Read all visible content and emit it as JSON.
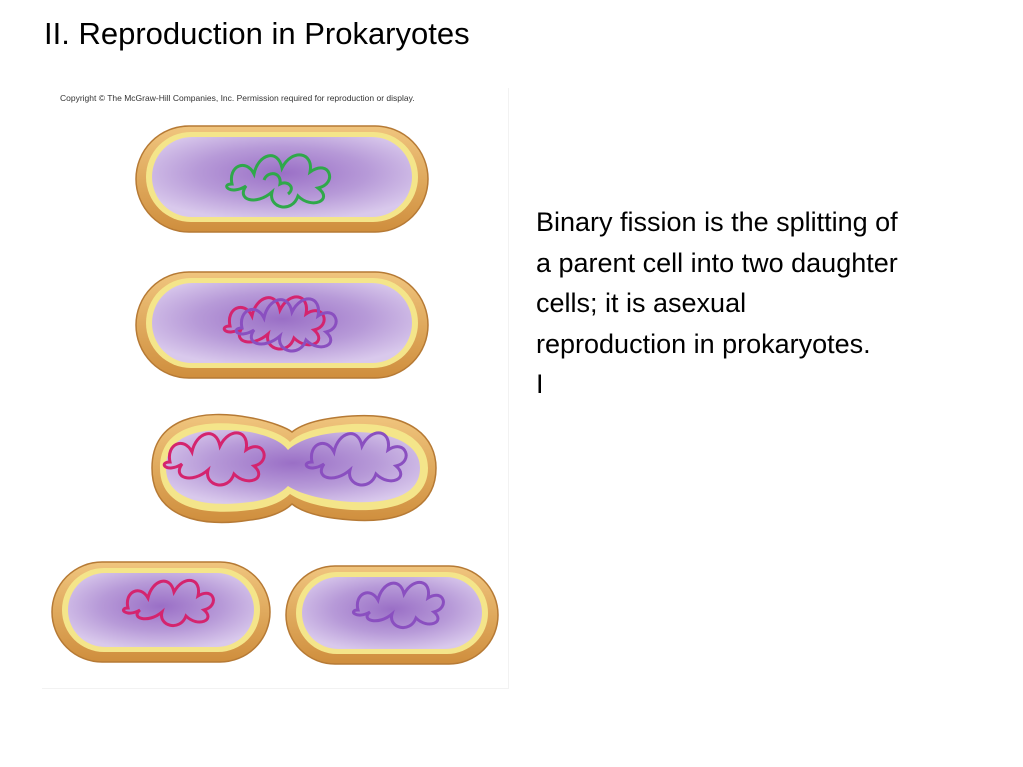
{
  "slide": {
    "title": "II.  Reproduction in Prokaryotes"
  },
  "figure": {
    "copyright": "Copyright © The McGraw-Hill Companies, Inc. Permission required for reproduction or display."
  },
  "body": {
    "lines": [
      "Binary fission is the splitting of",
      "a parent cell into two daughter",
      "cells; it is asexual",
      "reproduction in prokaryotes."
    ],
    "cursor": "I"
  },
  "colors": {
    "cell_wall": "#e2a95a",
    "cell_membrane": "#f4e58a",
    "cytoplasm": "#a88bd0",
    "dna_original": "#2fa84a",
    "dna_magenta": "#d4246e",
    "dna_purple": "#8a4fc0"
  }
}
